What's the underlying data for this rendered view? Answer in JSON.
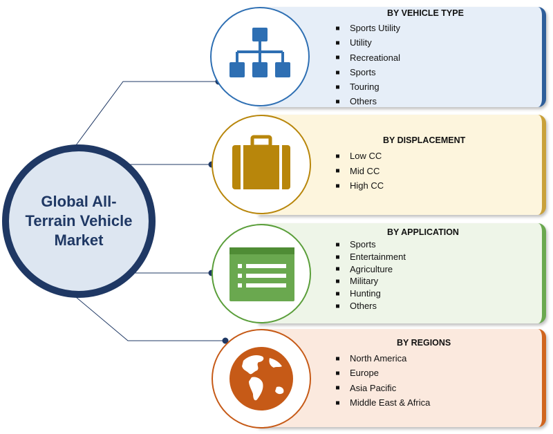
{
  "center": {
    "title": "Global All-Terrain Vehicle Market"
  },
  "segments": [
    {
      "title": "BY VEHICLE TYPE",
      "icon": "hierarchy-icon",
      "items": [
        "Sports Utility",
        "Utility",
        "Recreational",
        "Sports",
        "Touring",
        "Others"
      ],
      "accent": "#2e6fb3",
      "panel_bg": "#e6eef8",
      "edge": "#2e5e9a"
    },
    {
      "title": "BY DISPLACEMENT",
      "icon": "briefcase-icon",
      "items": [
        "Low CC",
        "Mid CC",
        "High CC"
      ],
      "accent": "#b8860b",
      "panel_bg": "#fdf5dd",
      "edge": "#c9a13a"
    },
    {
      "title": "BY APPLICATION",
      "icon": "list-form-icon",
      "items": [
        "Sports",
        "Entertainment",
        "Agriculture",
        "Military",
        "Hunting",
        "Others"
      ],
      "accent": "#5a9e3a",
      "panel_bg": "#eef5e8",
      "edge": "#6aa84f"
    },
    {
      "title": "BY REGIONS",
      "icon": "globe-icon",
      "items": [
        "North America",
        "Europe",
        "Asia Pacific",
        "Middle East & Africa"
      ],
      "accent": "#c65a17",
      "panel_bg": "#fbe9de",
      "edge": "#d0651e"
    }
  ],
  "colors": {
    "center_ring": "#1f3864",
    "center_fill": "#dde6f1",
    "connector": "#1f3864"
  }
}
